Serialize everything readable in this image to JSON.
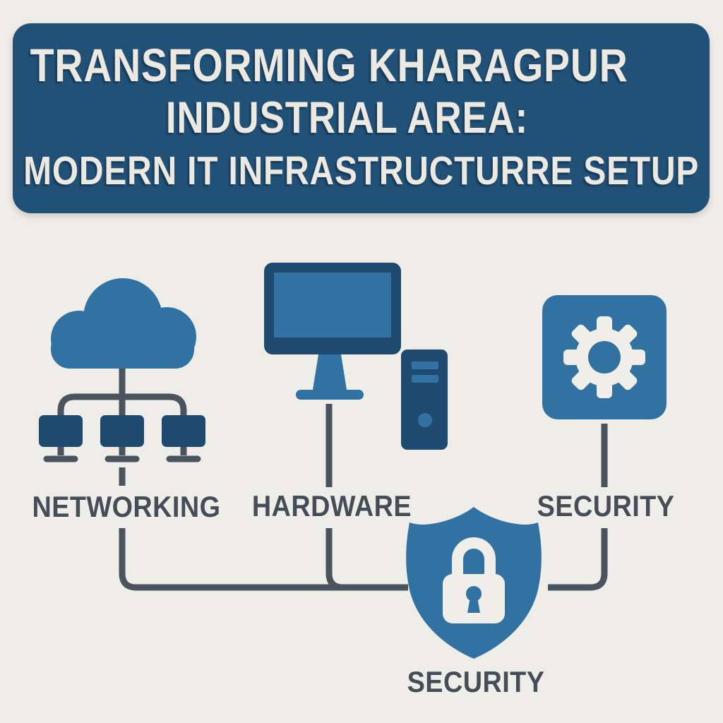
{
  "background_color": "#efede7",
  "banner": {
    "bg_color": "#215177",
    "text_color": "#ece9e2",
    "line1": "TRANSFORMING KHARAGPUR",
    "line2": "INDUSTRIAL AREA:",
    "line3": "MODERN IT INFRASTRUCTURRE SETUP"
  },
  "palette": {
    "accent_blue": "#3172a3",
    "dark_navy": "#1d4a6e",
    "line_gray": "#4a545e",
    "icon_white": "#f0eee8",
    "label_color": "#454e58"
  },
  "diagram": {
    "nodes": [
      {
        "label": "NETWORKING",
        "icon": "cloud-network-icon"
      },
      {
        "label": "HARDWARE",
        "icon": "desktop-computer-icon"
      },
      {
        "label": "SECURITY",
        "icon": "gear-icon"
      }
    ],
    "hub": {
      "label": "SECURITY",
      "icon": "shield-lock-icon"
    }
  }
}
